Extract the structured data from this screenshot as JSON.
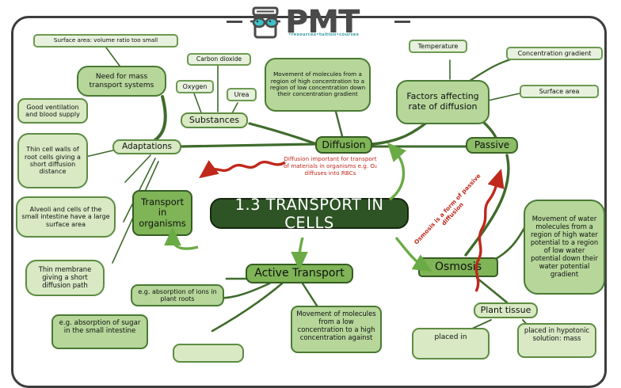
{
  "logo": {
    "name": "PMT",
    "wordmark": "PMT",
    "subtitle": "•resources•tuition•courses",
    "icon": "pmt-jar-glasses-logo",
    "accent_color": "#3aa0a8",
    "text_color": "#4a4a4a"
  },
  "palette": {
    "dark_green": "#2e5325",
    "mid_green": "#7fb457",
    "light_green": "#b6d69a",
    "pale_green": "#d8e9c4",
    "very_pale_green": "#e7f1dd",
    "line_green": "#3f6b2c",
    "annotation_red": "#c0281c",
    "frame": "#3d3d3d",
    "background": "#ffffff"
  },
  "title": {
    "label": "1.3 TRANSPORT IN CELLS"
  },
  "branches": {
    "transport_in_organisms": {
      "label": "Transport in organisms"
    },
    "diffusion": {
      "label": "Diffusion",
      "definition": "Movement of molecules from a region of high concentration to a region of low concentration down their concentration gradient",
      "passive_label": "Passive",
      "factors": {
        "label": "Factors affecting rate of diffusion",
        "items": [
          "Temperature",
          "Concentration gradient",
          "Surface area"
        ]
      },
      "substances": {
        "label": "Substances",
        "items": [
          "Carbon dioxide",
          "Oxygen",
          "Urea"
        ]
      },
      "adaptations": {
        "label": "Adaptations",
        "items": [
          "Good ventilation and blood supply",
          "Thin cell walls of root cells giving a short diffusion distance",
          "Alveoli and cells of the small intestine have a large surface area",
          "Thin membrane giving a short diffusion path"
        ]
      },
      "mass_transport": {
        "label": "Need for mass transport systems",
        "reason": "Surface area: volume ratio too small"
      }
    },
    "active_transport": {
      "label": "Active Transport",
      "definition": "Movement of molecules from a low concentration to a high concentration against",
      "examples": [
        "e.g. absorption of ions in plant roots",
        "e.g. absorption of sugar in the small intestine"
      ]
    },
    "osmosis": {
      "label": "Osmosis",
      "definition": "Movement of water molecules from a region of high water potential to a region of low water potential down their water potential gradient",
      "plant_tissue": {
        "label": "Plant tissue",
        "items": [
          "placed in",
          "placed in hypotonic solution: mass"
        ]
      }
    }
  },
  "annotations": [
    {
      "id": "diffusion-annotation",
      "text": "Diffusion important for transport of materials in organisms e.g. O₂ diffuses into RBCs",
      "color": "#c0281c"
    },
    {
      "id": "osmosis-annotation",
      "text": "Osmosis is a form of passive diffusion",
      "color": "#c0281c"
    }
  ]
}
